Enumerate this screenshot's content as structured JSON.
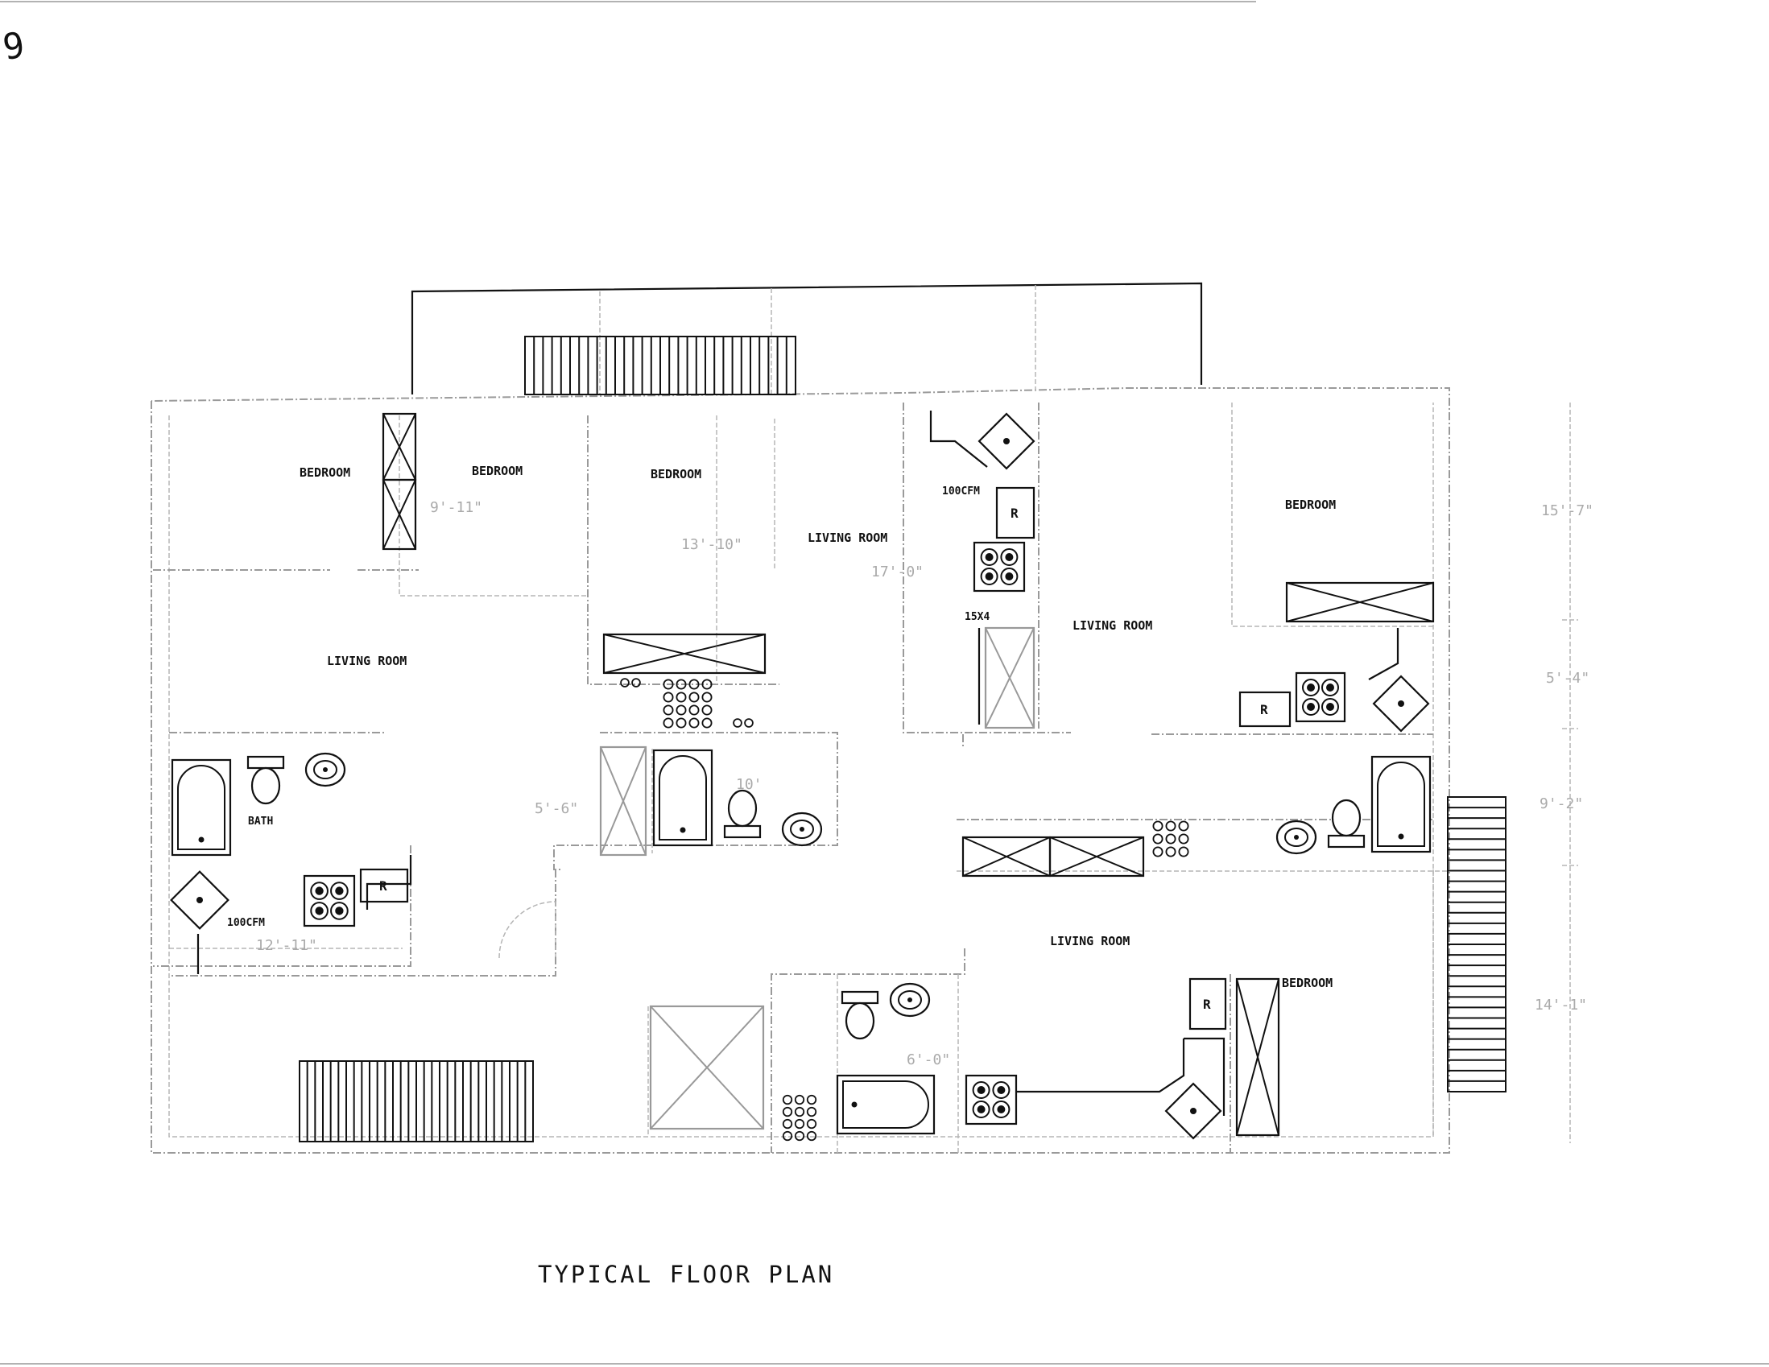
{
  "page_number": "9",
  "title": "TYPICAL FLOOR PLAN",
  "room_labels": {
    "bedroom": "BEDROOM",
    "living_room": "LIVING ROOM",
    "bath": "BATH",
    "refrigerator": "R",
    "exhaust_fan": "100CFM",
    "closet": "15X4"
  },
  "dimensions": {
    "d1": "9'-11\"",
    "d2": "13'-10\"",
    "d3": "17'-0\"",
    "d4": "5'-6\"",
    "d5": "10'",
    "d6": "12'-11\"",
    "d7": "6'-0\"",
    "d8": "15'-7\"",
    "d9": "5'-4\"",
    "d10": "9'-2\"",
    "d11": "14'-1\""
  }
}
